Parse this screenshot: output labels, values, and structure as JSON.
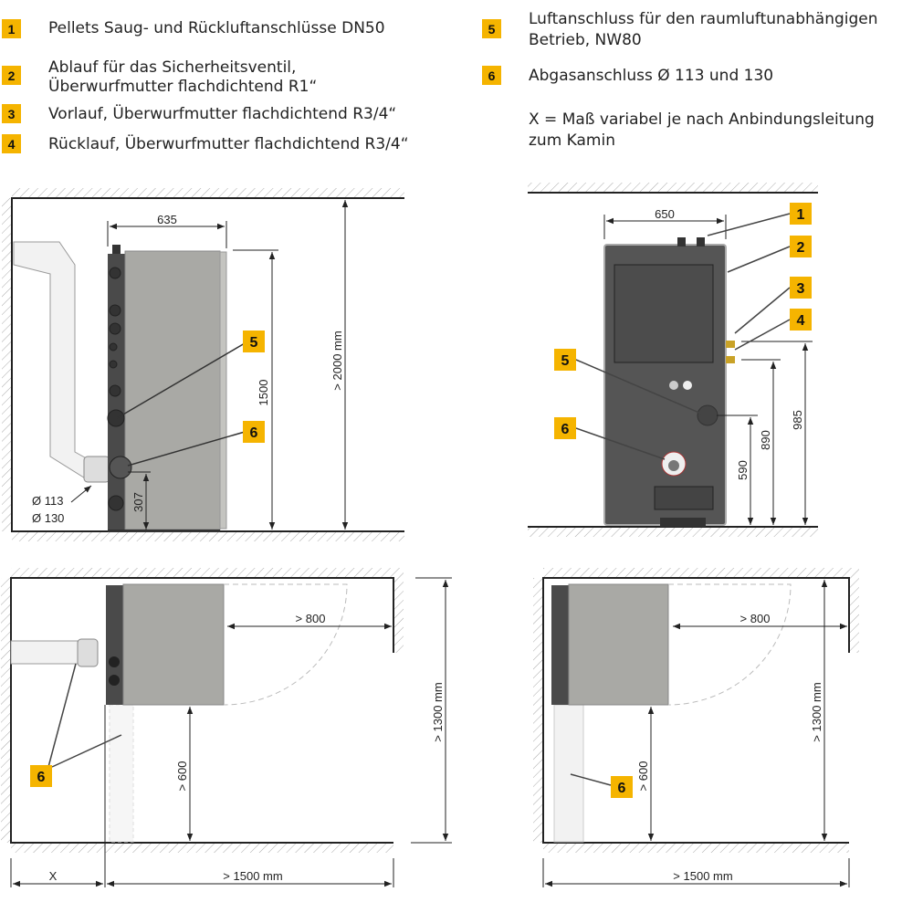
{
  "legend": {
    "items": [
      {
        "num": "1",
        "lines": [
          "Pellets Saug- und Rückluftanschlüsse DN50"
        ]
      },
      {
        "num": "2",
        "lines": [
          "Ablauf für das Sicherheitsventil,",
          "Überwurfmutter flachdichtend R1“"
        ]
      },
      {
        "num": "3",
        "lines": [
          "Vorlauf, Überwurfmutter flachdichtend R3/4“"
        ]
      },
      {
        "num": "4",
        "lines": [
          "Rücklauf, Überwurfmutter flachdichtend R3/4“"
        ]
      },
      {
        "num": "5",
        "lines": [
          "Luftanschluss für den raumluftunabhängigen",
          "Betrieb, NW80"
        ]
      },
      {
        "num": "6",
        "lines": [
          "Abgasanschluss Ø 113 und 130"
        ]
      }
    ],
    "note": [
      "X = Maß variabel je nach Anbindungsleitung",
      "zum Kamin"
    ]
  },
  "side_view": {
    "width": "635",
    "height": "1500",
    "room_height": "> 2000 mm",
    "flue_height": "307",
    "diameters": [
      "Ø 113",
      "Ø 130"
    ],
    "badges": [
      "5",
      "6"
    ]
  },
  "rear_view": {
    "width": "650",
    "dim_air": "590",
    "dim_return": "890",
    "dim_flow": "985",
    "badges": [
      "1",
      "2",
      "3",
      "4",
      "5",
      "6"
    ]
  },
  "plan_left": {
    "door_clearance": "> 800",
    "front_clearance": "> 600",
    "depth": "> 1300 mm",
    "x_label": "X",
    "width": "> 1500 mm",
    "badge": "6"
  },
  "plan_right": {
    "door_clearance": "> 800",
    "front_clearance": "> 600",
    "depth": "> 1300 mm",
    "width": "> 1500 mm",
    "badge": "6"
  },
  "colors": {
    "badge": "#f5b400",
    "boiler_body": "#a9a9a5",
    "boiler_dark": "#4a4a4a"
  }
}
